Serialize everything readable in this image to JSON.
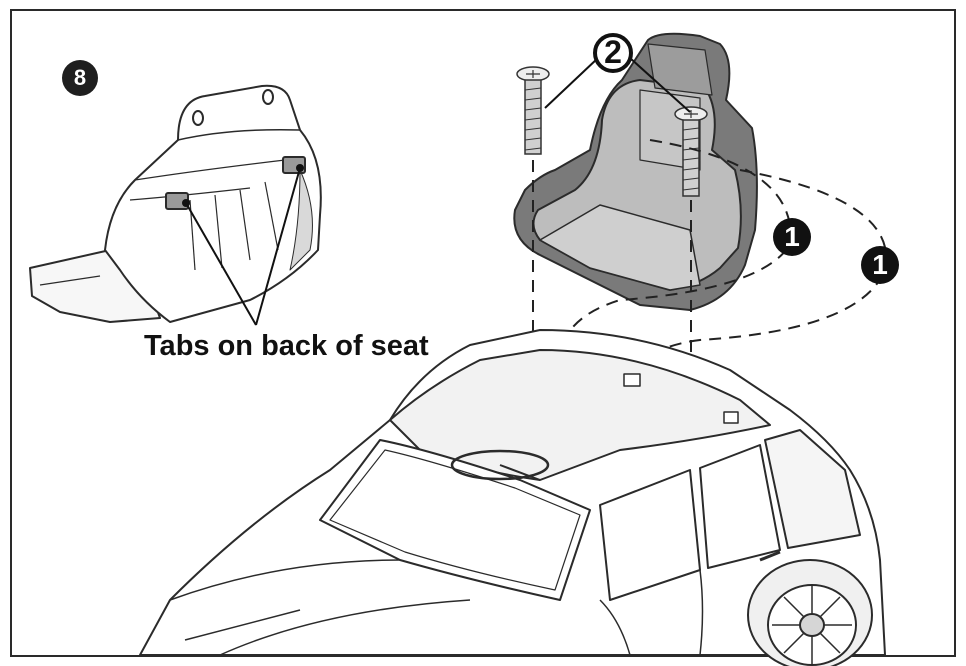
{
  "step": {
    "number": "8"
  },
  "labels": {
    "tabs_caption": "Tabs on back of seat"
  },
  "callouts": {
    "screws": "2",
    "insert_tab_front": "1",
    "insert_tab_rear": "1"
  }
}
